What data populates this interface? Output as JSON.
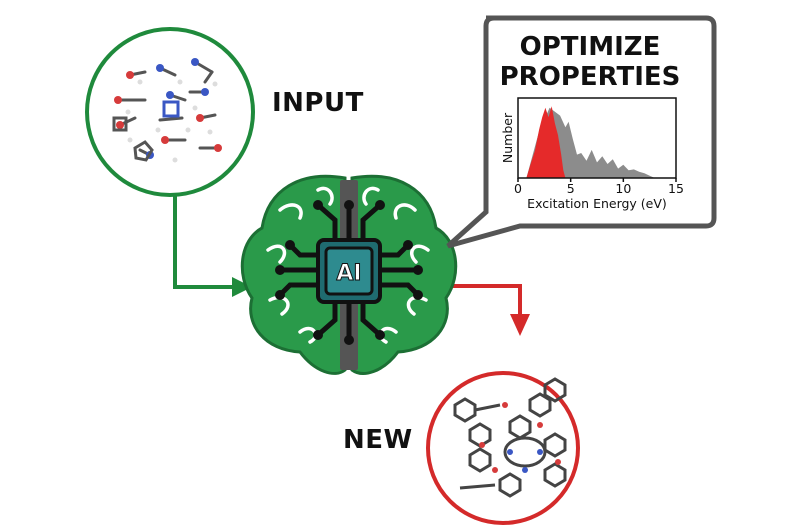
{
  "labels": {
    "input": "INPUT",
    "new": "NEW",
    "core": "AI"
  },
  "callout": {
    "title_line1": "OPTIMIZE",
    "title_line2": "PROPERTIES"
  },
  "colors": {
    "input_ring": "#1f8a3c",
    "new_ring": "#d42a2a",
    "brain": "#2a9a4a",
    "chip": "#2e8b8f",
    "callout_border": "#555555"
  },
  "chart_data": {
    "type": "area",
    "xlabel": "Excitation Energy (eV)",
    "ylabel": "Number",
    "xlim": [
      0,
      15
    ],
    "xticks": [
      0,
      5,
      10,
      15
    ],
    "series": [
      {
        "color": "#e52a2a",
        "x": [
          0.8,
          1.2,
          1.6,
          2.0,
          2.3,
          2.6,
          2.9,
          3.2,
          3.5,
          3.8,
          4.1,
          4.3,
          4.5
        ],
        "y": [
          0.0,
          0.18,
          0.35,
          0.62,
          0.78,
          0.9,
          0.78,
          0.92,
          0.7,
          0.55,
          0.3,
          0.1,
          0.0
        ]
      },
      {
        "color": "#8c8c8c",
        "x": [
          0.8,
          2.0,
          3.0,
          4.0,
          4.5,
          4.8,
          5.2,
          5.6,
          6.0,
          6.5,
          7.0,
          7.5,
          8.0,
          8.5,
          9.0,
          9.5,
          10.0,
          10.5,
          11.0,
          11.5,
          12.0,
          12.5,
          13.0
        ],
        "y": [
          0.0,
          0.6,
          0.9,
          0.8,
          0.65,
          0.72,
          0.5,
          0.3,
          0.32,
          0.22,
          0.36,
          0.2,
          0.28,
          0.18,
          0.24,
          0.12,
          0.17,
          0.1,
          0.11,
          0.08,
          0.06,
          0.03,
          0.0
        ]
      }
    ]
  }
}
